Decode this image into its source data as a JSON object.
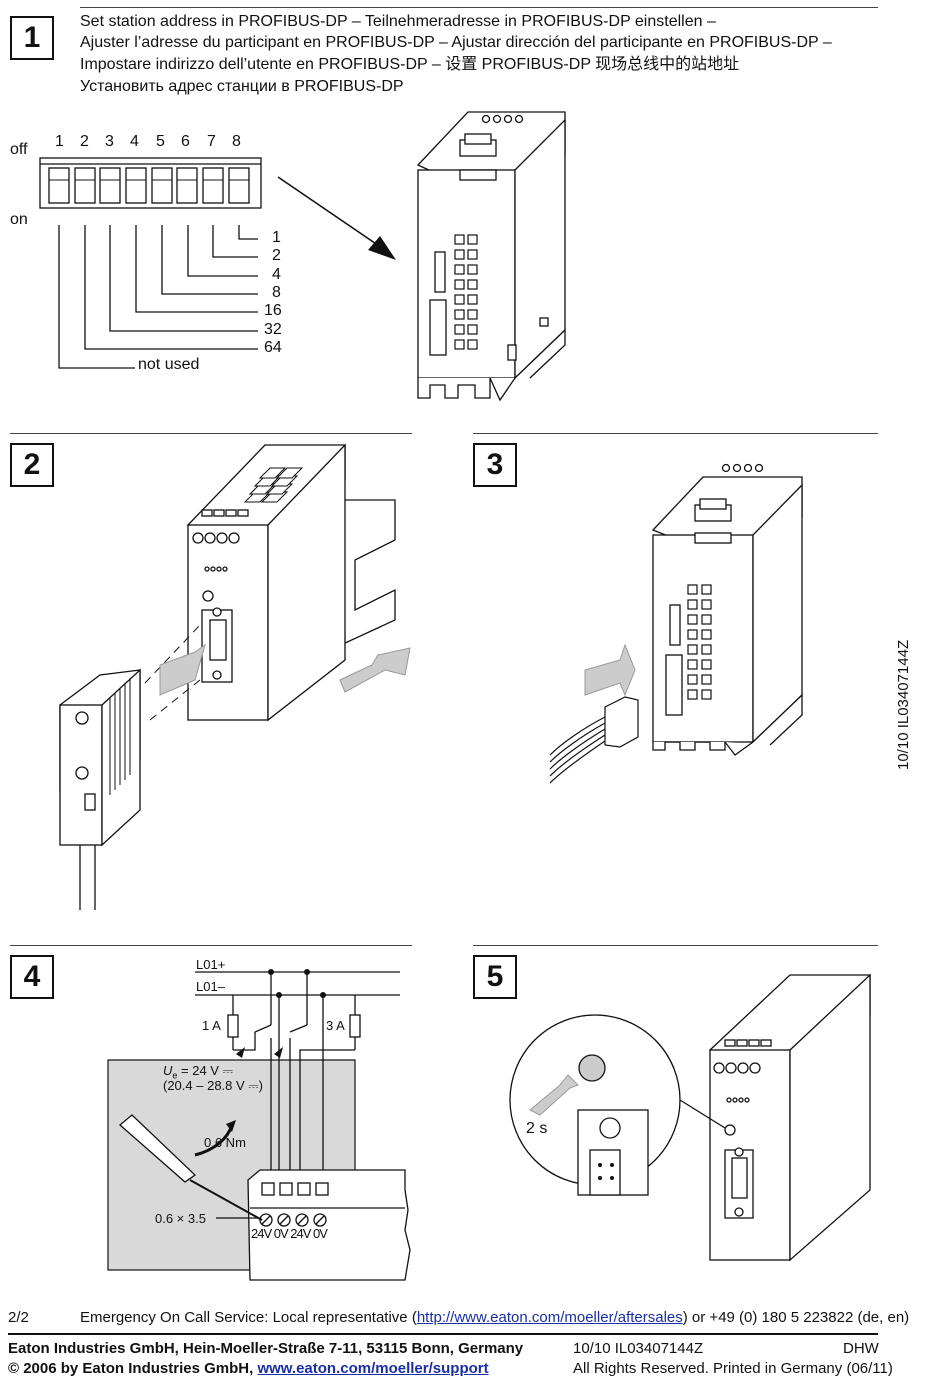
{
  "step1": {
    "number": "1",
    "title_lines": [
      "Set station address in PROFIBUS-DP – Teilnehmeradresse in PROFIBUS-DP einstellen –",
      "Ajuster l’adresse du participant en PROFIBUS-DP – Ajustar dirección del participante en PROFIBUS-DP –",
      "Impostare indirizzo dell’utente en PROFIBUS-DP – 设置  PROFIBUS-DP  现场总线中的站地址",
      "Установить адрес станции в PROFIBUS-DP"
    ],
    "switch_off": "off",
    "switch_on": "on",
    "switch_numbers": [
      "1",
      "2",
      "3",
      "4",
      "5",
      "6",
      "7",
      "8"
    ],
    "weights": [
      "1",
      "2",
      "4",
      "8",
      "16",
      "32",
      "64"
    ],
    "not_used": "not used"
  },
  "step2": {
    "number": "2"
  },
  "step3": {
    "number": "3"
  },
  "step4": {
    "number": "4",
    "l01_plus": "L01+",
    "l01_minus": "L01–",
    "fuse1": "1 A",
    "fuse2": "3 A",
    "ue_label": "U",
    "ue_sub": "e",
    "ue_value": " = 24 V ⎓",
    "ue_range": "(20.4 – 28.8 V ⎓)",
    "torque": "0.6 Nm",
    "blade": "0.6 × 3.5",
    "terminals": "24V 0V 24V 0V"
  },
  "step5": {
    "number": "5",
    "press_time": "2 s"
  },
  "side_code": "10/10 IL03407144Z",
  "footer": {
    "page": "2/2",
    "emergency_prefix": "Emergency On Call Service: Local representative (",
    "emergency_url": "http://www.eaton.com/moeller/aftersales",
    "emergency_suffix": ") or +49 (0) 180 5 223822 (de, en)",
    "company": "Eaton Industries GmbH, Hein-Moeller-Straße 7-11, 53115 Bonn, Germany",
    "copyright_prefix": "© 2006 by Eaton Industries GmbH, ",
    "support_url": "www.eaton.com/moeller/support",
    "doc_code": "10/10 IL03407144Z",
    "dhw": "DHW",
    "rights": "All Rights Reserved. Printed in Germany (06/11)"
  }
}
